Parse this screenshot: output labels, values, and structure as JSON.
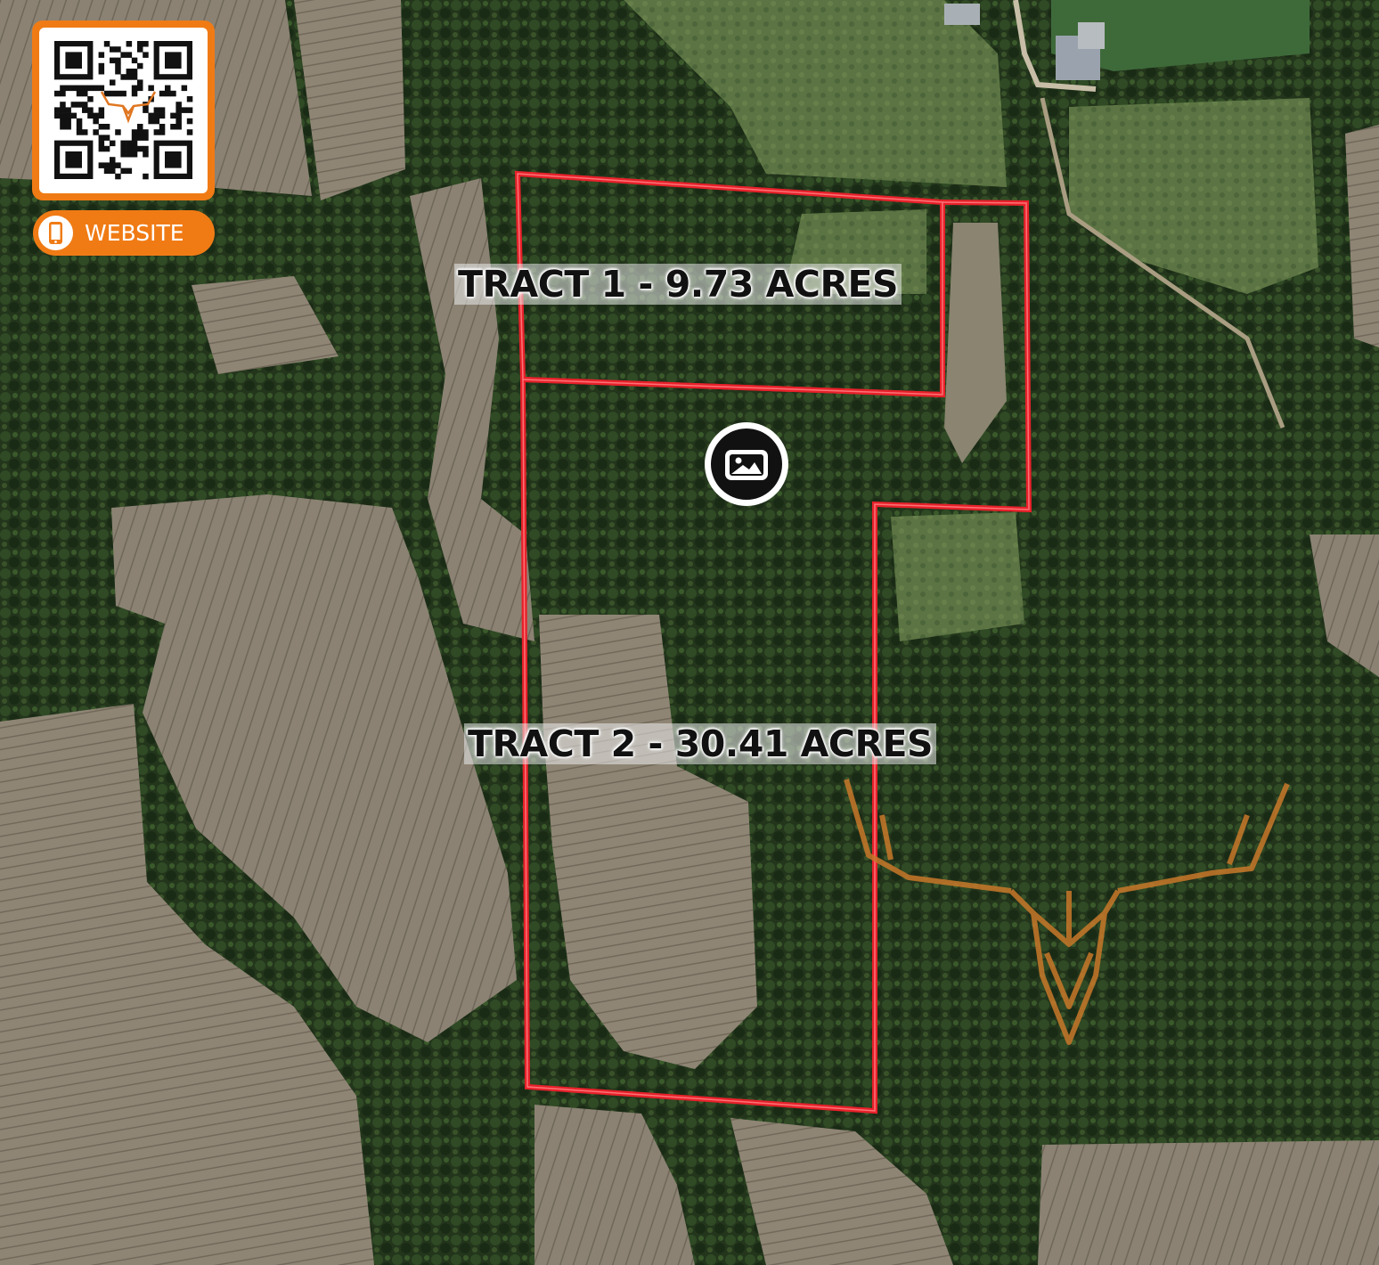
{
  "map": {
    "tracts": [
      {
        "label": "TRACT 1 - 9.73 ACRES"
      },
      {
        "label": "TRACT 2 - 30.41 ACRES"
      }
    ],
    "boundary_color": "#e8202a"
  },
  "qr": {
    "icon": "qr-code-icon"
  },
  "website_button": {
    "label": "WEBSITE",
    "icon": "phone-icon"
  },
  "photo_marker": {
    "icon": "photo-icon"
  },
  "watermark": {
    "icon": "deer-head-logo-icon",
    "color": "#c8782a"
  },
  "colors": {
    "accent": "#f07b15",
    "forest": "#24361d",
    "field": "#8a8070"
  }
}
